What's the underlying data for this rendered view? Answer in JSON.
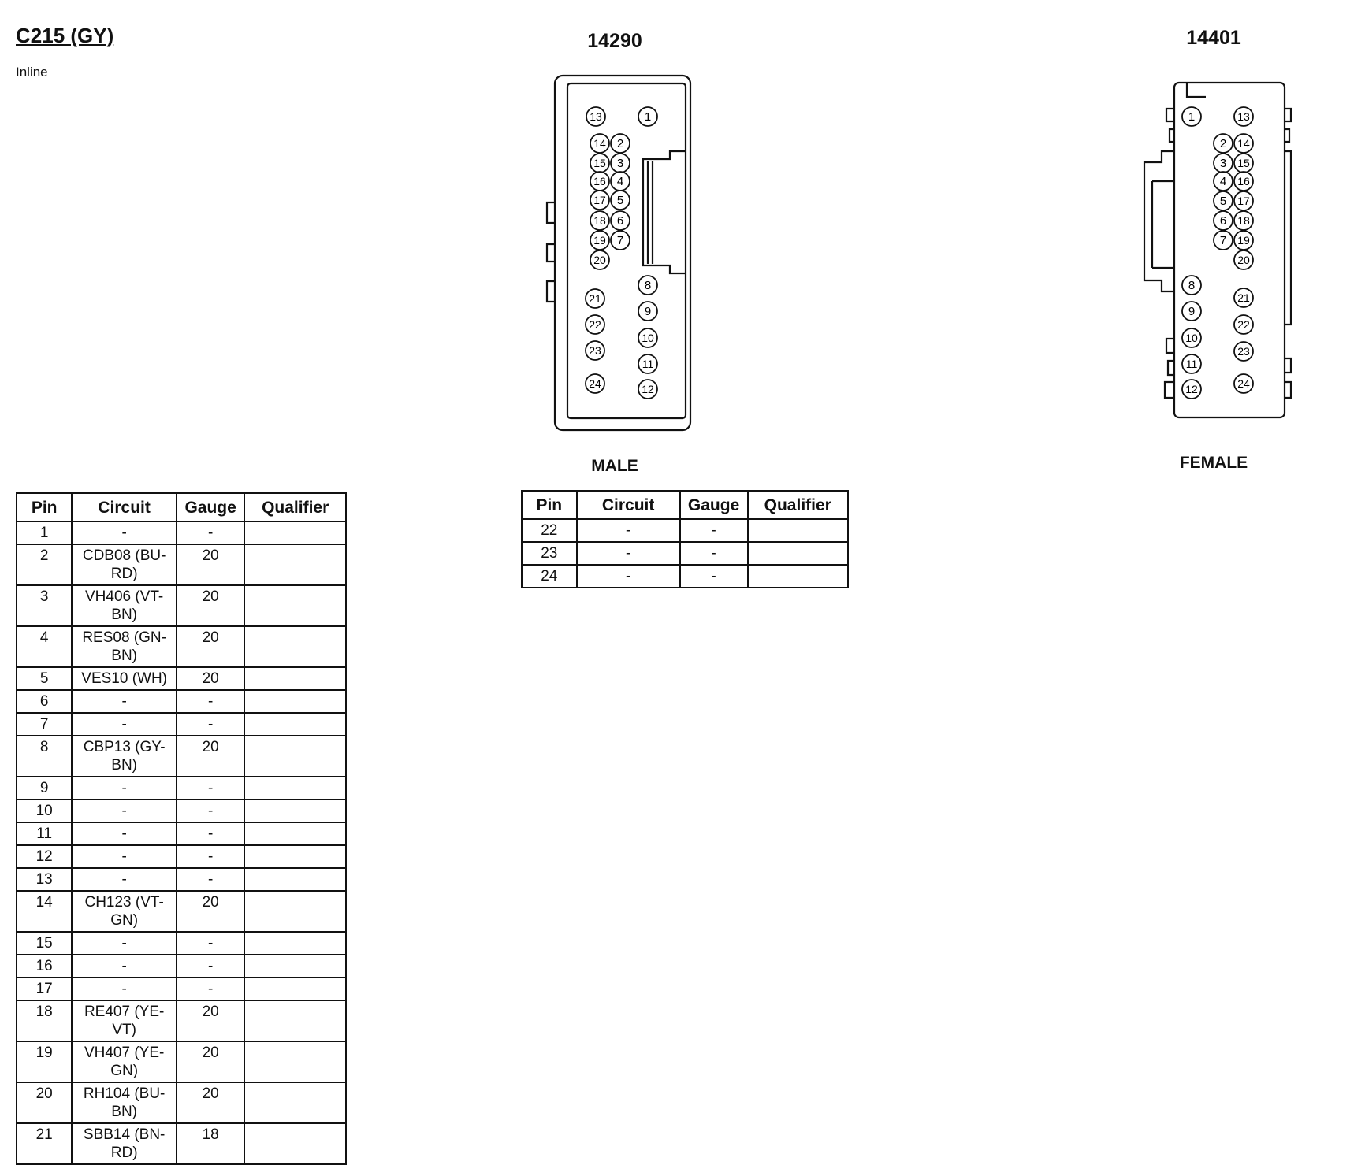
{
  "header": {
    "title": "C215 (GY)",
    "subtitle": "Inline"
  },
  "connectors": [
    {
      "id": "14290",
      "gender": "MALE"
    },
    {
      "id": "14401",
      "gender": "FEMALE"
    }
  ],
  "table_headers": [
    "Pin",
    "Circuit",
    "Gauge",
    "Qualifier"
  ],
  "table_left": [
    [
      "1",
      "-",
      "-",
      ""
    ],
    [
      "2",
      "CDB08 (BU-RD)",
      "20",
      ""
    ],
    [
      "3",
      "VH406 (VT-BN)",
      "20",
      ""
    ],
    [
      "4",
      "RES08 (GN-BN)",
      "20",
      ""
    ],
    [
      "5",
      "VES10 (WH)",
      "20",
      ""
    ],
    [
      "6",
      "-",
      "-",
      ""
    ],
    [
      "7",
      "-",
      "-",
      ""
    ],
    [
      "8",
      "CBP13 (GY-BN)",
      "20",
      ""
    ],
    [
      "9",
      "-",
      "-",
      ""
    ],
    [
      "10",
      "-",
      "-",
      ""
    ],
    [
      "11",
      "-",
      "-",
      ""
    ],
    [
      "12",
      "-",
      "-",
      ""
    ],
    [
      "13",
      "-",
      "-",
      ""
    ],
    [
      "14",
      "CH123 (VT-GN)",
      "20",
      ""
    ],
    [
      "15",
      "-",
      "-",
      ""
    ],
    [
      "16",
      "-",
      "-",
      ""
    ],
    [
      "17",
      "-",
      "-",
      ""
    ],
    [
      "18",
      "RE407 (YE-VT)",
      "20",
      ""
    ],
    [
      "19",
      "VH407 (YE-GN)",
      "20",
      ""
    ],
    [
      "20",
      "RH104 (BU-BN)",
      "20",
      ""
    ],
    [
      "21",
      "SBB14 (BN-RD)",
      "18",
      ""
    ]
  ],
  "table_right": [
    [
      "22",
      "-",
      "-",
      ""
    ],
    [
      "23",
      "-",
      "-",
      ""
    ],
    [
      "24",
      "-",
      "-",
      ""
    ]
  ]
}
